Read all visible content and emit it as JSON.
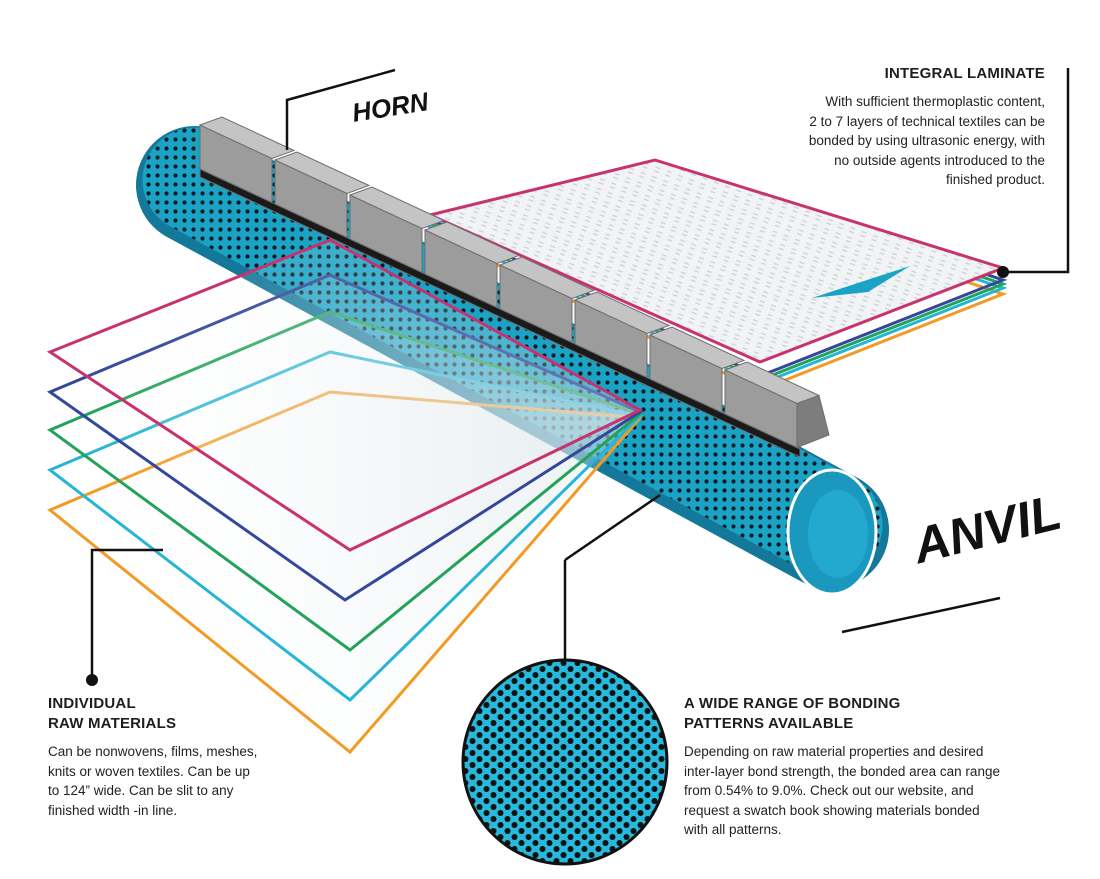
{
  "labels": {
    "horn": "HORN",
    "anvil": "ANVIL"
  },
  "integral_laminate": {
    "title": "INTEGRAL LAMINATE",
    "body": [
      "With sufficient thermoplastic content,",
      "2 to 7 layers of technical textiles can be",
      "bonded by using ultrasonic energy, with",
      "no outside agents introduced to the",
      "finished product."
    ]
  },
  "raw_materials": {
    "title": [
      "INDIVIDUAL",
      "RAW MATERIALS"
    ],
    "body": [
      "Can be nonwovens, films, meshes,",
      "knits or woven textiles. Can be up",
      "to 124” wide.  Can be slit to any",
      "finished width -in line."
    ]
  },
  "bonding_patterns": {
    "title": [
      "A WIDE RANGE OF BONDING",
      "PATTERNS AVAILABLE"
    ],
    "body": [
      "Depending on raw material properties and desired",
      "inter-layer bond strength, the bonded area can range",
      "from 0.54% to 9.0%.  Check out our website, and",
      "request a swatch book showing materials bonded",
      "with all patterns."
    ]
  },
  "colors": {
    "pink": "#c8336f",
    "blue": "#33479b",
    "green": "#21a35a",
    "cyan": "#27b5d6",
    "orange": "#f39a26",
    "teal": "#1ba3c6",
    "horn_gray": "#9c9c9c"
  }
}
